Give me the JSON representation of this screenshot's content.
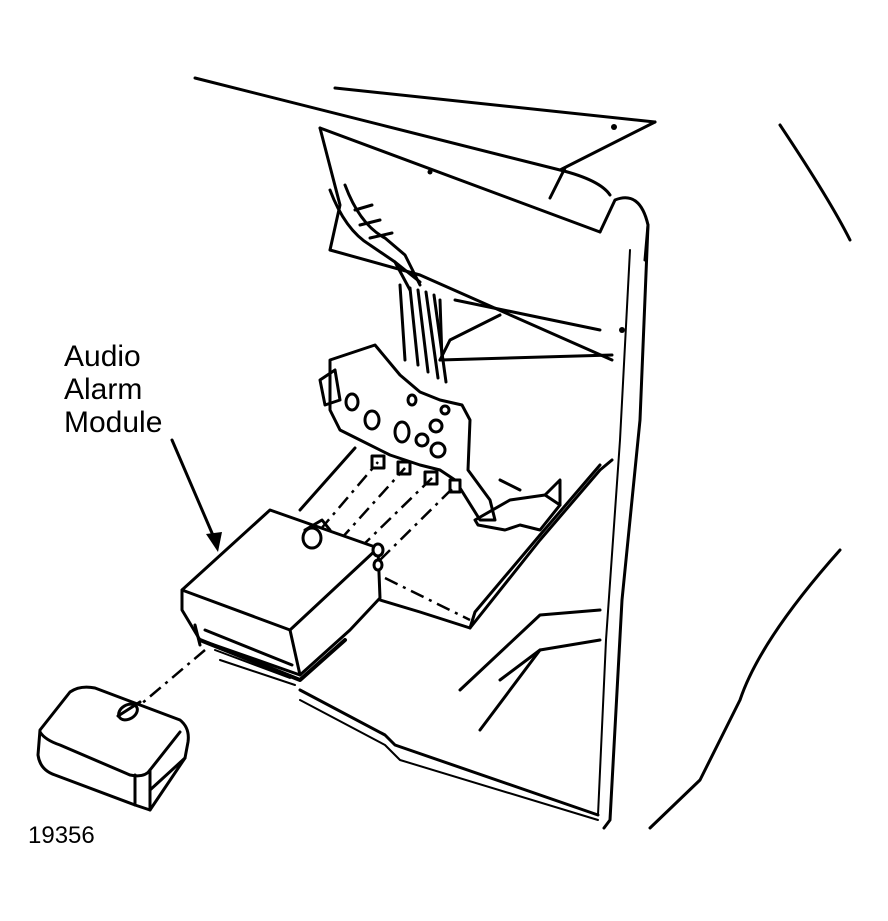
{
  "callout": {
    "line1": "Audio",
    "line2": "Alarm",
    "line3": "Module"
  },
  "figure_number": "19356",
  "icons": {
    "dashboard": "dashboard-panel-illustration",
    "module": "audio-alarm-module-illustration",
    "connector": "wiring-connector-illustration",
    "bracket": "mounting-bracket-illustration",
    "cap": "module-cover-illustration",
    "arrow": "leader-arrow"
  }
}
